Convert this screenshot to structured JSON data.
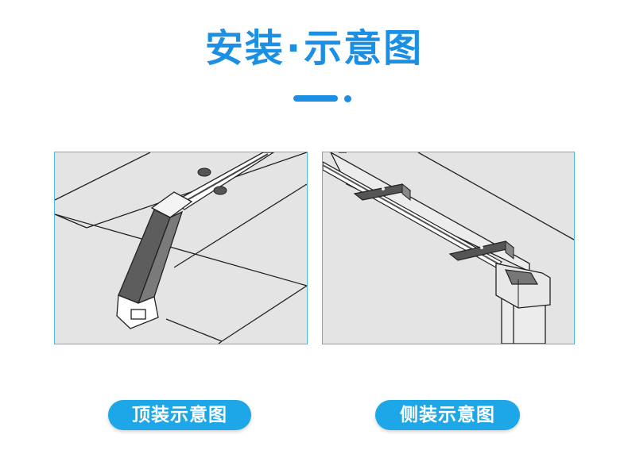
{
  "header": {
    "title_main": "安装",
    "title_sep": "·",
    "title_sub": "示意图"
  },
  "diagrams": [
    {
      "label": "顶装示意图"
    },
    {
      "label": "侧装示意图"
    }
  ],
  "colors": {
    "accent": "#1a8fe3",
    "pill": "#1ea7e8",
    "panel_bg": "#e4e4e4",
    "panel_border": "#4fb9e6"
  }
}
